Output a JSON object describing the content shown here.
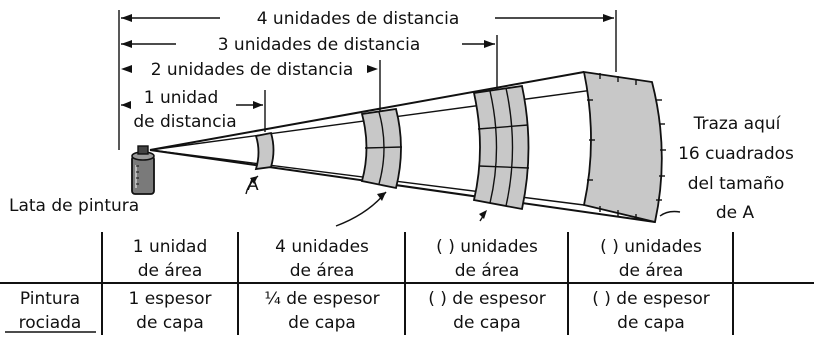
{
  "dimensions": {
    "four": "4 unidades de distancia",
    "three": "3 unidades de distancia",
    "two": "2 unidades de distancia",
    "one_line1": "1 unidad",
    "one_line2": "de distancia"
  },
  "labels": {
    "can": "Lata de pintura",
    "a_marker": "A",
    "trace_line1": "Traza aquí",
    "trace_line2": "16 cuadrados",
    "trace_line3": "del tamaño",
    "trace_line4": "de A"
  },
  "table": {
    "area_row": [
      {
        "line1": "1 unidad",
        "line2": "de área"
      },
      {
        "line1": "4 unidades",
        "line2": "de área"
      },
      {
        "line1": "(   ) unidades",
        "line2": "de área"
      },
      {
        "line1": "(   ) unidades",
        "line2": "de área"
      }
    ],
    "paint_header": {
      "line1": "Pintura",
      "line2": "rociada"
    },
    "paint_row": [
      {
        "line1": "1 espesor",
        "line2": "de capa"
      },
      {
        "line1": "¼ de espesor",
        "line2": "de capa"
      },
      {
        "line1": "(   ) de espesor",
        "line2": "de capa"
      },
      {
        "line1": "(   ) de espesor",
        "line2": "de capa"
      }
    ]
  }
}
